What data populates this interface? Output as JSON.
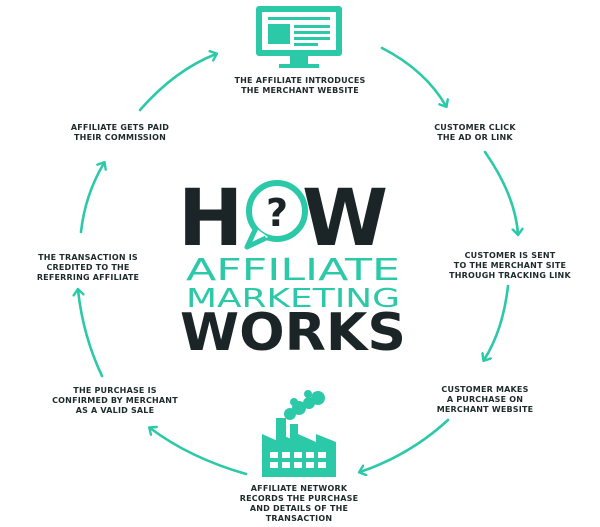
{
  "accent_color": "#2cc9a8",
  "text_color": "#1e2a2c",
  "center": {
    "how_h": "H",
    "how_w": "W",
    "question_mark": "?",
    "line2": "AFFILIATE",
    "line3": "MARKETING",
    "line4": "WORKS"
  },
  "steps": [
    {
      "text": "THE AFFILIATE INTRODUCES\nTHE MERCHANT WEBSITE"
    },
    {
      "text": "CUSTOMER CLICK\nTHE AD OR LINK"
    },
    {
      "text": "CUSTOMER IS SENT\nTO THE MERCHANT SITE\nTHROUGH TRACKING LINK"
    },
    {
      "text": "CUSTOMER MAKES\nA PURCHASE ON\nMERCHANT WEBSITE"
    },
    {
      "text": "AFFILIATE NETWORK\nRECORDS THE PURCHASE\nAND DETAILS OF THE\nTRANSACTION"
    },
    {
      "text": "THE PURCHASE IS\nCONFIRMED BY MERCHANT\nAS A VALID SALE"
    },
    {
      "text": "THE TRANSACTION IS\nCREDITED TO THE\nREFERRING AFFILIATE"
    },
    {
      "text": "AFFILIATE GETS PAID\nTHEIR COMMISSION"
    }
  ],
  "icons": {
    "top": "monitor-icon",
    "bottom": "factory-icon",
    "center": "speech-bubble-question-icon"
  }
}
